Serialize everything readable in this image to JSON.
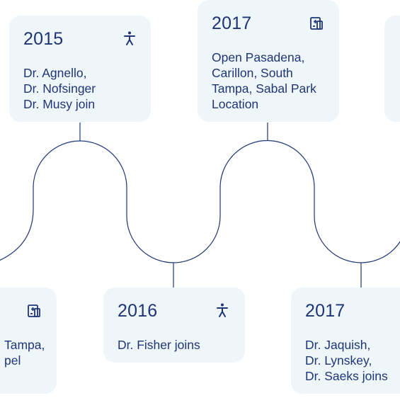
{
  "colors": {
    "card_bg": "#eef6fa",
    "text": "#1f3576",
    "line": "#1f3576"
  },
  "milestones": [
    {
      "year": "2015",
      "icon": "person-icon",
      "text": "Dr. Agnello,\nDr. Nofsinger\nDr. Musy join"
    },
    {
      "year": "2017",
      "icon": "hospital-icon",
      "text": "Open Pasadena,\nCarillon, South\nTampa, Sabal Park\nLocation"
    },
    {
      "year": "",
      "icon": "hospital-icon",
      "text": "Tampa,\npel"
    },
    {
      "year": "2016",
      "icon": "person-icon",
      "text": "Dr. Fisher joins"
    },
    {
      "year": "2017",
      "icon": "",
      "text": "Dr. Jaquish,\nDr. Lynskey,\nDr. Saeks joins"
    }
  ]
}
